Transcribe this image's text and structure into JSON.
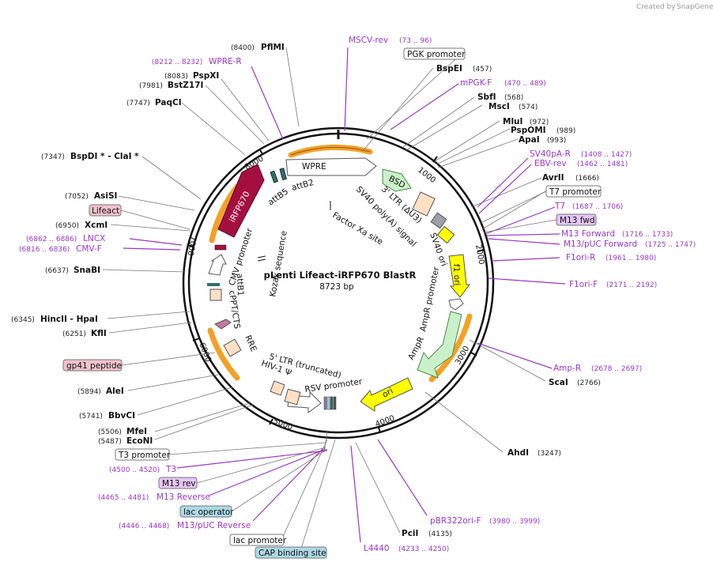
{
  "brand": {
    "text": "Created by",
    "name": "SnapGene"
  },
  "map": {
    "title": "pLenti Lifeact-iRFP670 BlastR",
    "subtitle": "8723 bp"
  },
  "ticks": [
    "1000",
    "2000",
    "3000",
    "4000",
    "5000",
    "6000",
    "7000",
    "8000"
  ],
  "enzymes": [
    {
      "pos": "(8400)",
      "name": "PflMI"
    },
    {
      "pos": "(8083)",
      "name": "PspXI"
    },
    {
      "pos": "(7981)",
      "name": "BstZ17I"
    },
    {
      "pos": "(7747)",
      "name": "PaqCI"
    },
    {
      "pos": "(7347)",
      "name": "BspDI * - ClaI *"
    },
    {
      "pos": "(7052)",
      "name": "AsiSI"
    },
    {
      "pos": "(6950)",
      "name": "XcmI"
    },
    {
      "pos": "(6637)",
      "name": "SnaBI"
    },
    {
      "pos": "(6345)",
      "name": "HincII - HpaI"
    },
    {
      "pos": "(6251)",
      "name": "KflI"
    },
    {
      "pos": "(5894)",
      "name": "AleI"
    },
    {
      "pos": "(5741)",
      "name": "BbvCI"
    },
    {
      "pos": "(5506)",
      "name": "MfeI"
    },
    {
      "pos": "(5487)",
      "name": "EcoNI"
    },
    {
      "pos": "(457)",
      "name": "BspEI"
    },
    {
      "pos": "(568)",
      "name": "SbfI"
    },
    {
      "pos": "(574)",
      "name": "MscI"
    },
    {
      "pos": "(972)",
      "name": "MluI"
    },
    {
      "pos": "(989)",
      "name": "PspOMI"
    },
    {
      "pos": "(993)",
      "name": "ApaI"
    },
    {
      "pos": "(1666)",
      "name": "AvrII"
    },
    {
      "pos": "(2766)",
      "name": "ScaI"
    },
    {
      "pos": "(3247)",
      "name": "AhdI"
    },
    {
      "pos": "(4135)",
      "name": "PciI"
    }
  ],
  "primers": [
    {
      "name": "MSCV-rev",
      "range": "(73 .. 96)"
    },
    {
      "name": "mPGK-F",
      "range": "(470 .. 489)"
    },
    {
      "name": "SV40pA-R",
      "range": "(1408 .. 1427)"
    },
    {
      "name": "EBV-rev",
      "range": "(1462 .. 1481)"
    },
    {
      "name": "T7",
      "range": "(1687 .. 1706)"
    },
    {
      "name": "M13 Forward",
      "range": "(1716 .. 1733)"
    },
    {
      "name": "M13/pUC Forward",
      "range": "(1725 .. 1747)"
    },
    {
      "name": "F1ori-R",
      "range": "(1961 .. 1980)"
    },
    {
      "name": "F1ori-F",
      "range": "(2171 .. 2192)"
    },
    {
      "name": "Amp-R",
      "range": "(2678 .. 2697)"
    },
    {
      "name": "pBR322ori-F",
      "range": "(3980 .. 3999)"
    },
    {
      "name": "L4440",
      "range": "(4233 .. 4250)"
    },
    {
      "name": "M13/pUC Reverse",
      "range": "(4446 .. 4468)"
    },
    {
      "name": "M13 Reverse",
      "range": "(4465 .. 4481)"
    },
    {
      "name": "T3",
      "range": "(4500 .. 4520)"
    },
    {
      "name": "WPRE-R",
      "range": "(8212 .. 8232)"
    },
    {
      "name": "CMV-F",
      "range": "(6816 .. 6836)"
    },
    {
      "name": "LNCX",
      "range": "(6862 .. 6886)"
    }
  ],
  "boxed_labels": {
    "pgk_promoter": "PGK promoter",
    "t7_promoter": "T7 promoter",
    "m13_fwd": "M13 fwd",
    "t3_promoter": "T3 promoter",
    "m13_rev": "M13 rev",
    "lac_operator": "lac operator",
    "lac_promoter": "lac promoter",
    "cap_site": "CAP binding site",
    "lifeact": "Lifeact",
    "gp41": "gp41 peptide"
  },
  "features": {
    "bsd": "BSD",
    "ltr3": "3' LTR (ΔU3)",
    "sv40_polya": "SV40 poly(A) signal",
    "sv40_ori": "SV40 ori",
    "f1_ori": "f1 ori",
    "ampr_promoter": "AmpR promoter",
    "ampr": "AmpR",
    "ori": "ori",
    "rsv_promoter": "RSV promoter",
    "ltr5": "5' LTR (truncated)",
    "hiv_psi": "HIV-1 Ψ",
    "rre": "RRE",
    "cppt": "cPPT/CTS",
    "attb1": "attB1",
    "kozak": "Kozak sequence",
    "cmv_promoter": "CMV promoter",
    "irfp": "iRFP670",
    "attb5": "attB5",
    "attb2": "attB2",
    "wpre": "WPRE",
    "factor_xa": "Factor Xa site"
  },
  "colors": {
    "primer": "#9b35c9",
    "orange_arc": "#f5a023",
    "irfp": "#a50f3f",
    "bsd": "#c9f0c9",
    "ampr": "#c9f0c9",
    "ori": "#ffff00",
    "ltr": "#fde0c4",
    "blue_box": "#add8e6",
    "pink_box": "#f2c2cc",
    "violet_box": "#e6c3f5"
  }
}
